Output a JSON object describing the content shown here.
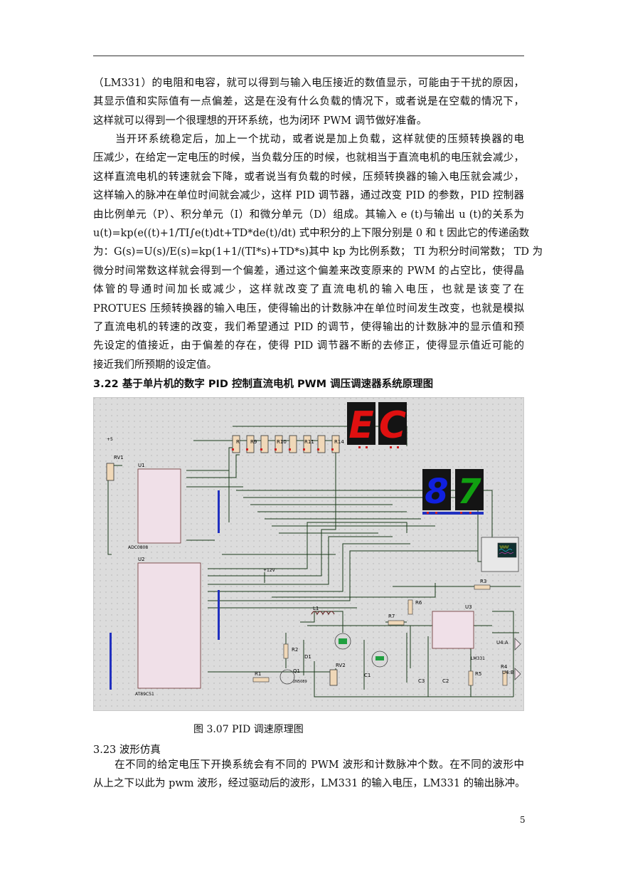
{
  "paragraphs": [
    {
      "lines": [
        "（LM331）的电阻和电容，就可以得到与输入电压接近的数值显示，可能由于干扰的原因，",
        "其显示值和实际值有一点偏差，这是在没有什么负载的情况下，或者说是在空载的情况下，",
        "这样就可以得到一个很理想的开环系统，也为闭环 PWM 调节做好准备。"
      ]
    },
    {
      "lines": [
        "　　当开环系统稳定后，加上一个扰动，或者说是加上负载，这样就使的压频转换器的电",
        "压减少，在给定一定电压的时候，当负载分压的时候，也就相当于直流电机的电压就会减少，",
        "这样直流电机的转速就会下降，或者说当有负载的时候，压频转换器的输入电压就会减少，",
        "这样输入的脉冲在单位时间就会减少，这样 PID 调节器，通过改变 PID 的参数，PID 控制器",
        "由比例单元（P）、积分单元（I）和微分单元（D）组成。其输入 e (t)与输出 u (t)的关系为",
        "u(t)=kp(e((t)+1/TI∫e(t)dt+TD*de(t)/dt)  式中积分的上下限分别是 0 和 t  因此它的传递函数",
        "为：G(s)=U(s)/E(s)=kp(1+1/(TI*s)+TD*s)其中 kp 为比例系数；   TI 为积分时间常数；   TD 为",
        "微分时间常数这样就会得到一个偏差，通过这个偏差来改变原来的 PWM 的占空比，使得晶",
        "体管的导通时间加长或减少，这样就改变了直流电机的输入电压，也就是该变了在",
        "PROTUES 压频转换器的输入电压，使得输出的计数脉冲在单位时间发生改变，也就是模拟",
        "了直流电机的转速的改变，我们希望通过 PID 的调节，使得输出的计数脉冲的显示值和预",
        "先设定的值接近，由于偏差的存在，使得 PID 调节器不断的去修正，使得显示值近可能的",
        "接近我们所预期的设定值。"
      ]
    }
  ],
  "section_heading": "3.22 基于单片机的数字 PID 控制直流电机 PWM 调压调速器系统原理图",
  "figure": {
    "caption": "图 3.07    PID 调速原理图",
    "labels": {
      "rv1": "RV1",
      "u1": "U1",
      "u1_part": "ADC0808",
      "u2": "U2",
      "u2_part": "AT89C51",
      "u3": "U3",
      "u3_part": "LM331",
      "u4a": "U4:A",
      "u4b": "U4:B",
      "q1": "Q1",
      "q1_part": "2N5089",
      "d1": "D1",
      "l1": "L1",
      "rv2": "RV2",
      "c1": "C1",
      "c2": "C2",
      "c3": "C3",
      "r1": "R1",
      "r2": "R2",
      "r3": "R3",
      "r4": "R4",
      "r5": "R5",
      "r6": "R6",
      "r7": "R7",
      "r9": "R9",
      "r10": "R10",
      "r11": "R11",
      "r14": "R14",
      "vcc12": "+12V",
      "vcc5": "+5"
    },
    "display_red": [
      "E",
      "C"
    ],
    "display_colors": {
      "red": "#e01010",
      "blue": "#1020e0",
      "green": "#10a010"
    }
  },
  "subsection_heading": "3.23 波形仿真",
  "closing_paragraph": {
    "lines": [
      "　　在不同的给定电压下开换系统会有不同的 PWM 波形和计数脉冲个数。在不同的波形中",
      "从上之下以此为 pwm 波形，经过驱动后的波形，LM331 的输入电压，LM331 的输出脉冲。"
    ]
  },
  "page_number": "5"
}
